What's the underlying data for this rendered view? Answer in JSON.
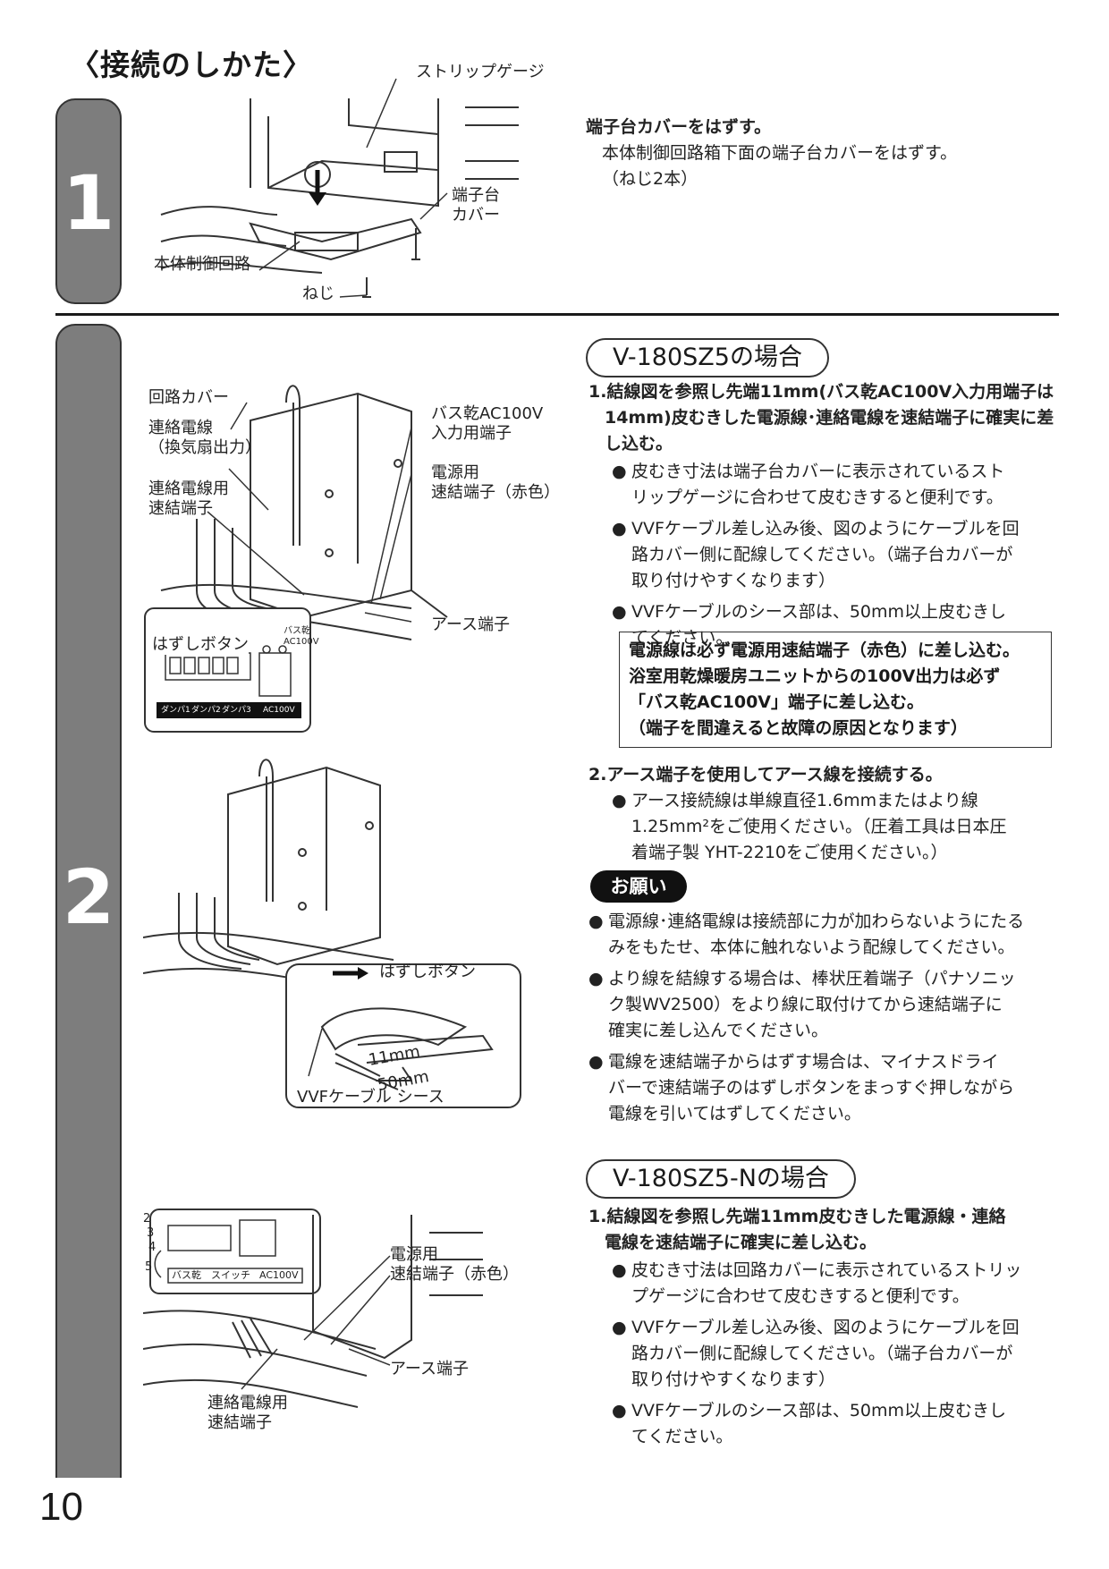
{
  "page_title": "〈接続のしかた〉",
  "page_number": "10",
  "steps": [
    {
      "number": "1"
    },
    {
      "number": "2"
    }
  ],
  "step1": {
    "labels": {
      "strip_gauge": "ストリップゲージ",
      "terminal_cover_1": "端子台",
      "terminal_cover_2": "カバー",
      "control_circuit": "本体制御回路",
      "screw": "ねじ"
    },
    "heading": "端子台カバーをはずす。",
    "line1": "本体制御回路箱下面の端子台カバーをはずす。",
    "line2": "（ねじ2本）"
  },
  "step2": {
    "illus1_labels": {
      "circuit_cover": "回路カバー",
      "link_wire_1": "連絡電線",
      "link_wire_2": "（換気扇出力）",
      "link_terminal_1": "連絡電線用",
      "link_terminal_2": "速結端子",
      "bath_input_1": "バス乾AC100V",
      "bath_input_2": "入力用端子",
      "power_terminal_1": "電源用",
      "power_terminal_2": "速結端子（赤色）",
      "release_button": "はずしボタン",
      "earth_terminal": "アース端子",
      "bath_ac100v_small_1": "バス乾",
      "bath_ac100v_small_2": "AC100V",
      "damper1": "ダンパ1",
      "damper2": "ダンパ2",
      "damper3": "ダンパ3",
      "ac100v": "AC100V"
    },
    "illus2_labels": {
      "release_button": "はずしボタン",
      "mm11": "11mm",
      "mm50": "50mm",
      "vvf": "VVFケーブル シース"
    },
    "illus3_labels": {
      "power_terminal_1": "電源用",
      "power_terminal_2": "速結端子（赤色）",
      "earth_terminal": "アース端子",
      "link_terminal_1": "連絡電線用",
      "link_terminal_2": "速結端子",
      "n2": "2",
      "n3": "3",
      "n4": "4",
      "n5": "5",
      "bath": "バス乾",
      "switch": "スイッチ",
      "ac100v": "AC100V"
    },
    "model_a": {
      "title": "V-180SZ5の場合",
      "item1_a": "1.結線図を参照し先端11mm(バス乾AC100V入力用端子は",
      "item1_b": "14mm)皮むきした電源線･連絡電線を速結端子に確実に差し込む。",
      "bullet1_a": "皮むき寸法は端子台カバーに表示されているスト",
      "bullet1_b": "リップゲージに合わせて皮むきすると便利です。",
      "bullet2_a": "VVFケーブル差し込み後、図のようにケーブルを回",
      "bullet2_b": "路カバー側に配線してください。（端子台カバーが",
      "bullet2_c": "取り付けやすくなります）",
      "bullet3_a": "VVFケーブルのシース部は、50mm以上皮むきし",
      "bullet3_b": "てください。",
      "warn_1": "電源線は必ず電源用速結端子（赤色）に差し込む。",
      "warn_2": "浴室用乾燥暖房ユニットからの100V出力は必ず",
      "warn_3": "「バス乾AC100V」端子に差し込む。",
      "warn_4": "（端子を間違えると故障の原因となります）",
      "item2": "2.アース端子を使用してアース線を接続する。",
      "bullet4_a": "アース接続線は単線直径1.6mmまたはより線",
      "bullet4_b": "1.25mm²をご使用ください。（圧着工具は日本圧",
      "bullet4_c": "着端子製 YHT-2210をご使用ください。）"
    },
    "request": {
      "badge": "お願い",
      "r1_a": "電源線･連絡電線は接続部に力が加わらないようにたる",
      "r1_b": "みをもたせ、本体に触れないよう配線してください。",
      "r2_a": "より線を結線する場合は、棒状圧着端子（パナソニッ",
      "r2_b": "ク製WV2500）をより線に取付けてから速結端子に",
      "r2_c": "確実に差し込んでください。",
      "r3_a": "電線を速結端子からはずす場合は、マイナスドライ",
      "r3_b": "バーで速結端子のはずしボタンをまっすぐ押しながら",
      "r3_c": "電線を引いてはずしてください。"
    },
    "model_b": {
      "title": "V-180SZ5-Nの場合",
      "item1_a": "1.結線図を参照し先端11mm皮むきした電源線・連絡",
      "item1_b": "電線を速結端子に確実に差し込む。",
      "bullet1_a": "皮むき寸法は回路カバーに表示されているストリッ",
      "bullet1_b": "プゲージに合わせて皮むきすると便利です。",
      "bullet2_a": "VVFケーブル差し込み後、図のようにケーブルを回",
      "bullet2_b": "路カバー側に配線してください。（端子台カバーが",
      "bullet2_c": "取り付けやすくなります）",
      "bullet3_a": "VVFケーブルのシース部は、50mm以上皮むきし",
      "bullet3_b": "てください。"
    }
  }
}
